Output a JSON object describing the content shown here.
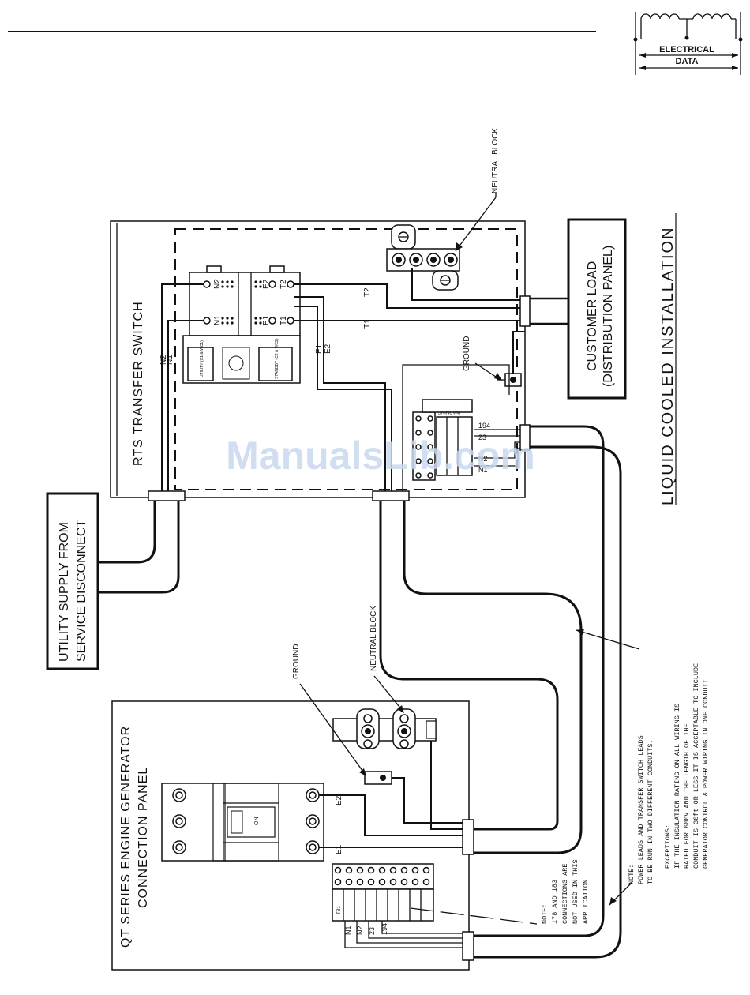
{
  "header": {
    "badge_label_line1": "ELECTRICAL",
    "badge_label_line2": "DATA"
  },
  "title": "LIQUID COOLED INSTALLATION",
  "rts": {
    "title": "RTS TRANSFER SWITCH",
    "neutral_block": "NEUTRAL BLOCK",
    "ground": "GROUND",
    "terminals": [
      "N2",
      "N1",
      "E2",
      "E1",
      "T2",
      "T1"
    ],
    "utility_coil": "UTILITY (C1 & WC1)",
    "standby_coil": "STANDBY (C2 & WC2)",
    "warning": "WARNING",
    "control_wires": [
      "194",
      "23",
      "N2",
      "N1"
    ]
  },
  "customer_load": {
    "line1": "CUSTOMER LOAD",
    "line2": "(DISTRIBUTION PANEL)"
  },
  "utility_supply": {
    "line1": "UTILITY SUPPLY FROM",
    "line2": "SERVICE DISCONNECT"
  },
  "generator": {
    "title_line1": "QT SERIES ENGINE GENERATOR",
    "title_line2": "CONNECTION PANEL",
    "ground": "GROUND",
    "neutral_block": "NEUTRAL BLOCK",
    "breaker_label": "ON",
    "outputs": [
      "E2",
      "E1"
    ],
    "tb_wires": [
      "N1",
      "N2",
      "23",
      "194"
    ],
    "tb_title": "TB1"
  },
  "notes": {
    "note1": [
      "NOTE:",
      "178 AND 183",
      "CONNECTIONS ARE",
      "NOT USED IN THIS",
      "APPLICATION"
    ],
    "note2": [
      "NOTE:",
      "POWER LEADS AND TRANSFER SWITCH LEADS",
      "TO BE RUN IN TWO DIFFERENT CONDUITS."
    ],
    "exceptions": [
      "EXCEPTIONS:",
      "IF THE INSULATION RATING ON ALL WIRING IS",
      "RATED FOR 600V AND THE LENGTH OF THE",
      "CONDUIT IS 30ft OR LESS IT IS ACCEPTABLE TO INCLUDE",
      "GENERATOR CONTROL & POWER WIRING IN ONE CONDUIT"
    ]
  },
  "watermark": "ManualsLib.com"
}
